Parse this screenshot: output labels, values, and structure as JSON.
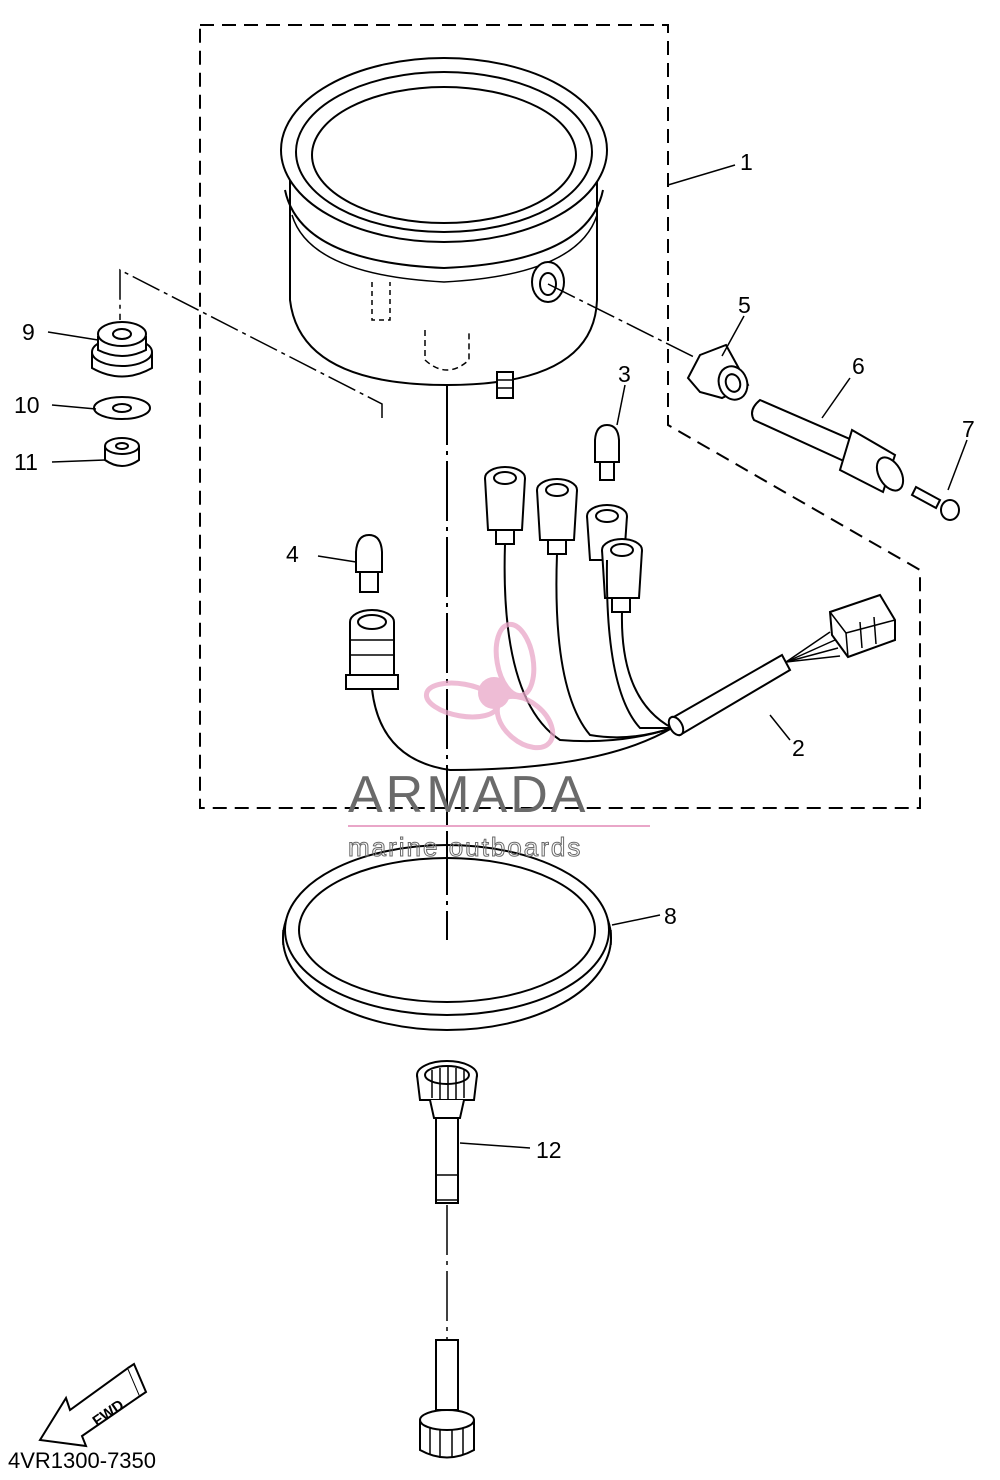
{
  "diagram": {
    "code": "4VR1300-7350",
    "fwd_label": "FWD",
    "watermark": {
      "brand": "ARMADA",
      "tagline": "marine outboards",
      "accent_color": "#e9a6c8"
    },
    "callouts": [
      {
        "id": "1",
        "label": "1"
      },
      {
        "id": "2",
        "label": "2"
      },
      {
        "id": "3",
        "label": "3"
      },
      {
        "id": "4",
        "label": "4"
      },
      {
        "id": "5",
        "label": "5"
      },
      {
        "id": "6",
        "label": "6"
      },
      {
        "id": "7",
        "label": "7"
      },
      {
        "id": "8",
        "label": "8"
      },
      {
        "id": "9",
        "label": "9"
      },
      {
        "id": "10",
        "label": "10"
      },
      {
        "id": "11",
        "label": "11"
      },
      {
        "id": "12",
        "label": "12"
      }
    ]
  }
}
